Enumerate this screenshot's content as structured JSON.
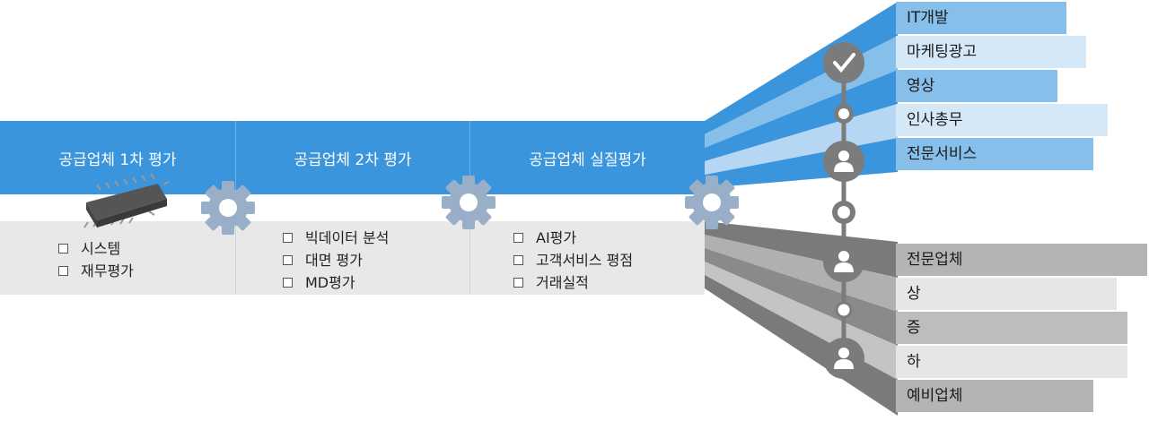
{
  "stages": [
    {
      "title": "공급업체 1차 평가",
      "items": [
        "시스템",
        "재무평가"
      ]
    },
    {
      "title": "공급업체 2차 평가",
      "items": [
        "빅데이터 분석",
        "대면 평가",
        "MD평가"
      ]
    },
    {
      "title": "공급업체 실질평가",
      "items": [
        "AI평가",
        "고객서비스 평점",
        "거래실적"
      ]
    }
  ],
  "upper_categories": [
    "IT개발",
    "마케팅광고",
    "영상",
    "인사총무",
    "전문서비스"
  ],
  "lower_categories": [
    "전문업체",
    "상",
    "증",
    "하",
    "예비업체"
  ],
  "timeline_icons": [
    "check-icon",
    "user-icon",
    "user-icon",
    "user-icon"
  ],
  "colors": {
    "stage_blue": "#3a95dc",
    "body_gray": "#e8e8e8",
    "gear": "#99afc8",
    "upper_dark": "#86bfe9",
    "upper_light": "#cfe5f7",
    "lower_dark": "#b4b4b4",
    "lower_light": "#e4e4e4",
    "ribbon_blue": "#3a95dc",
    "ribbon_gray": "#7a7a7a",
    "timeline": "#7b7b7b"
  }
}
